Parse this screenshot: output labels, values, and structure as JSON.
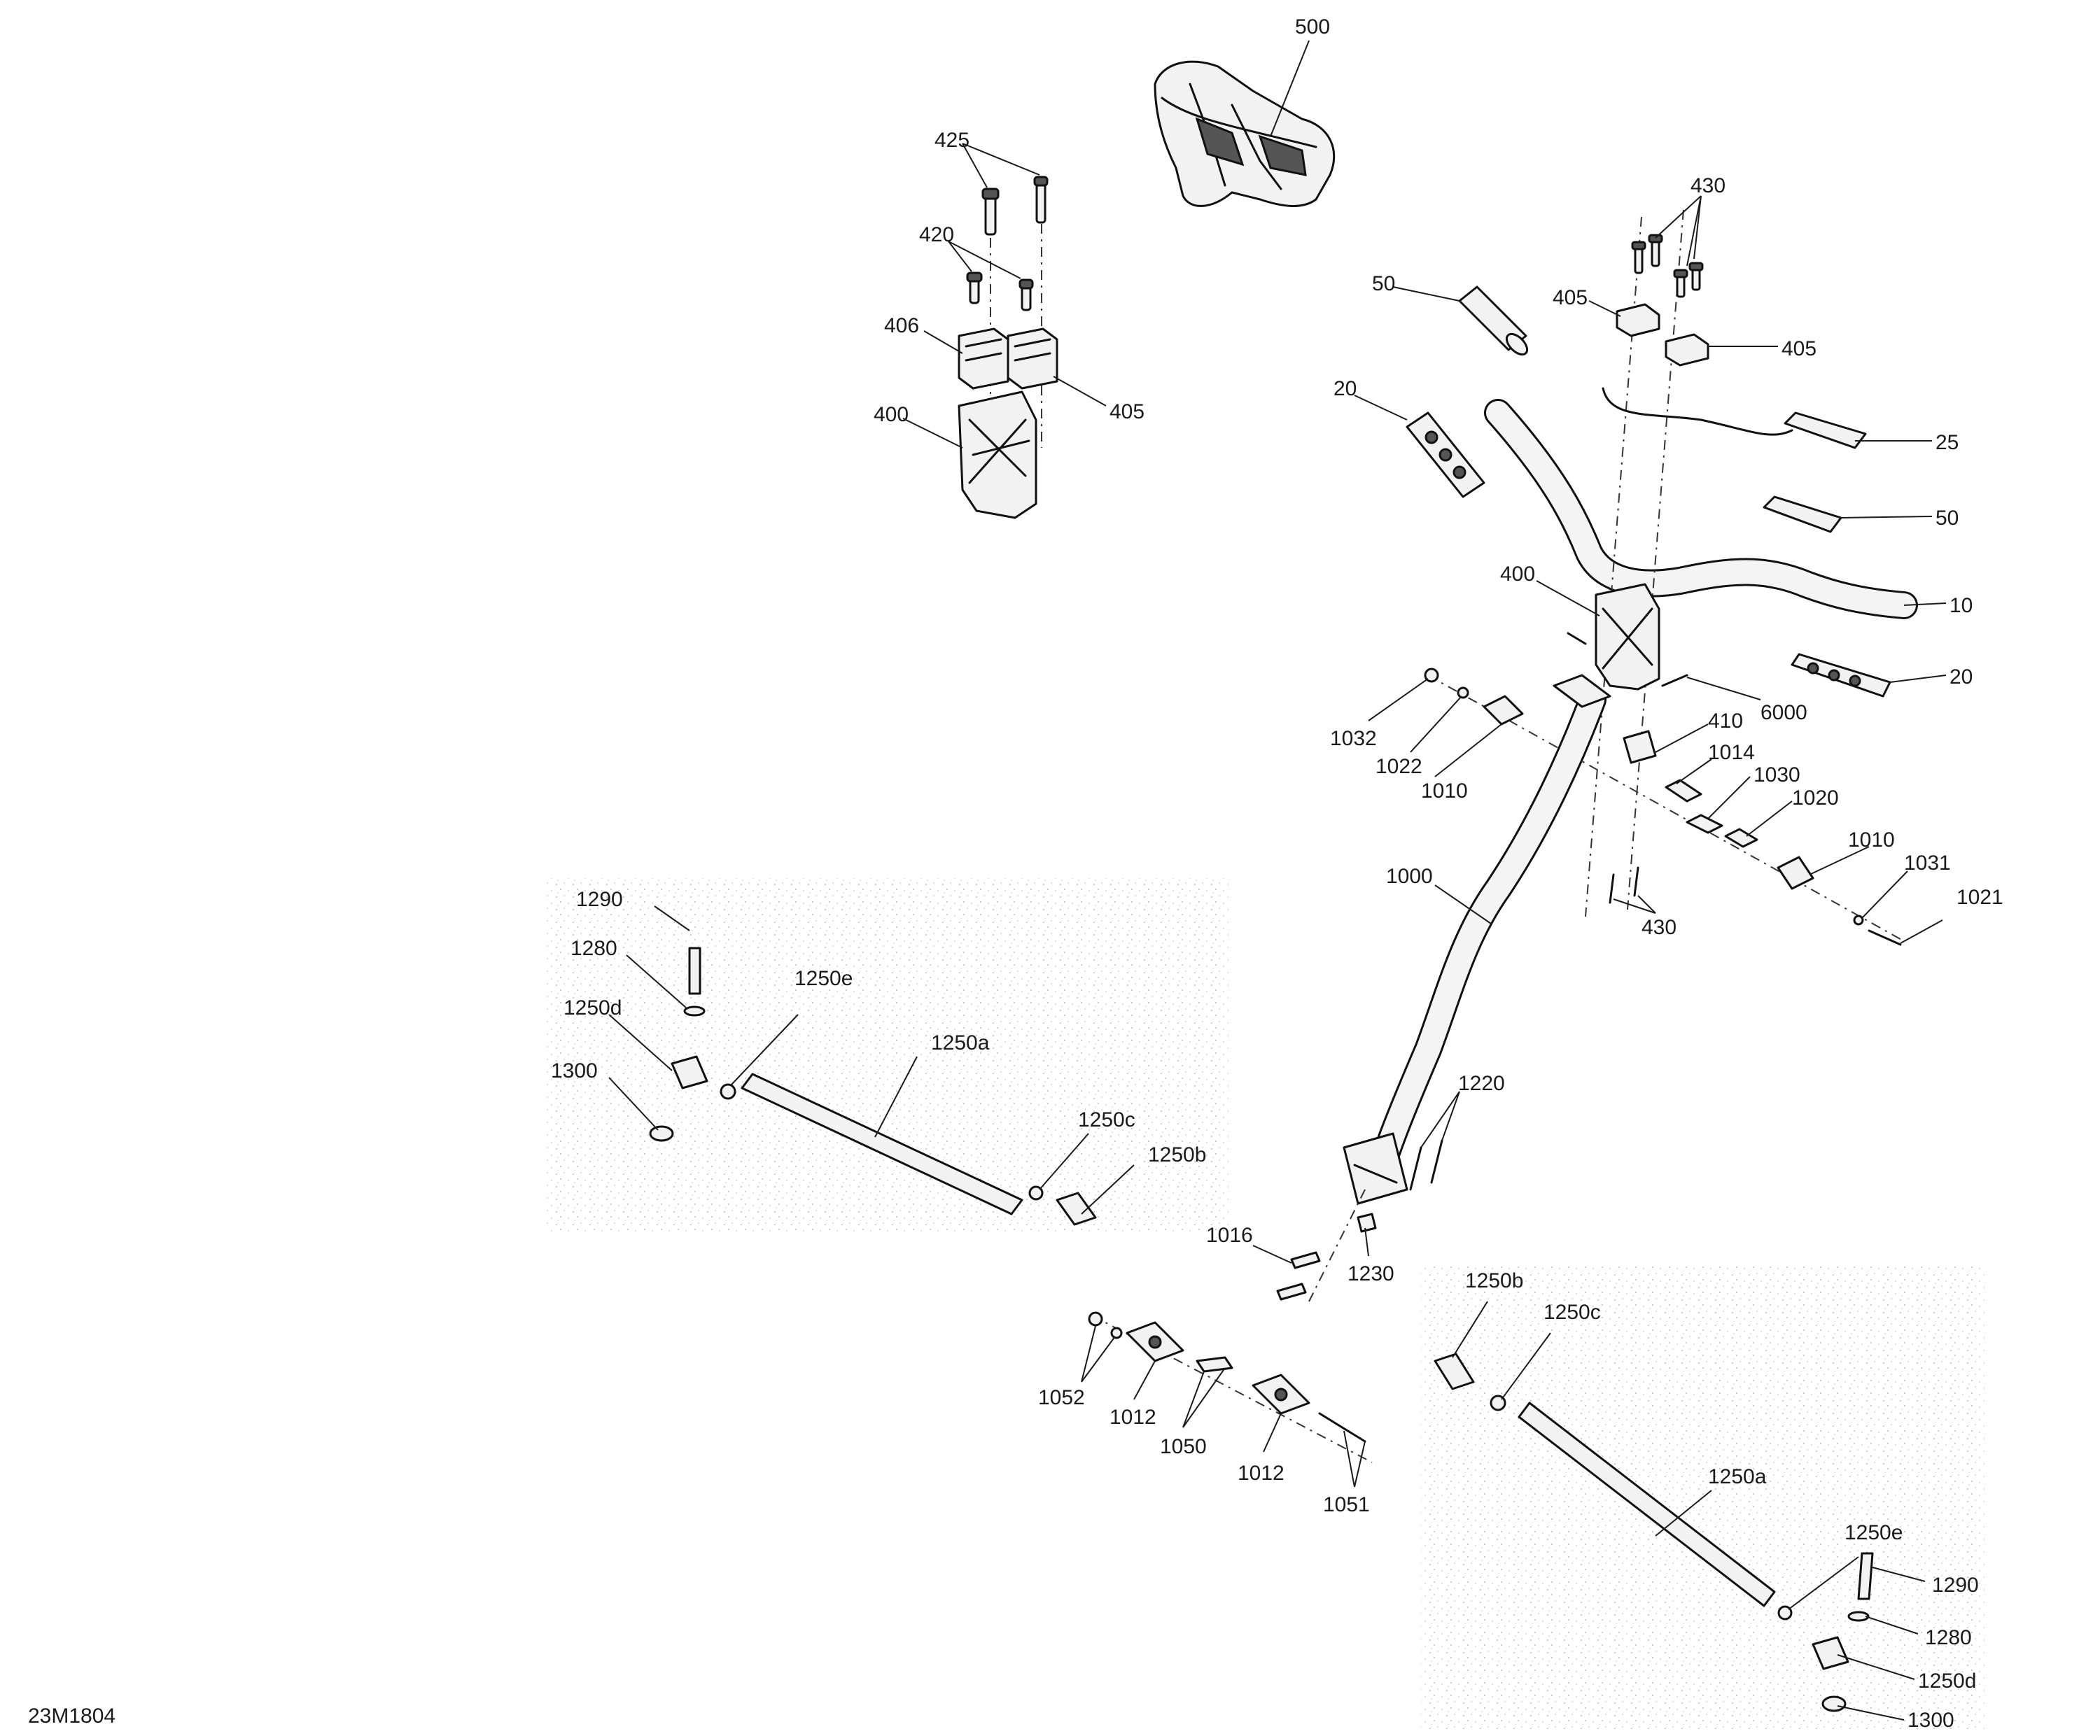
{
  "document_number": "23M1804",
  "callouts": {
    "c500": "500",
    "c425": "425",
    "c420": "420",
    "c406": "406",
    "c405_left": "405",
    "c400_left": "400",
    "c430_top": "430",
    "c50_top": "50",
    "c405_mid": "405",
    "c405_right": "405",
    "c20_top": "20",
    "c25": "25",
    "c50_right": "50",
    "c400_right": "400",
    "c10": "10",
    "c20_right": "20",
    "c6000": "6000",
    "c1032": "1032",
    "c1022": "1022",
    "c1010_left": "1010",
    "c410": "410",
    "c1014": "1014",
    "c1030": "1030",
    "c1020": "1020",
    "c1010_right": "1010",
    "c1031": "1031",
    "c1021": "1021",
    "c430_bottom": "430",
    "c1000": "1000",
    "c1220": "1220",
    "c1230": "1230",
    "c1016": "1016",
    "c1052": "1052",
    "c1012_left": "1012",
    "c1050": "1050",
    "c1012_right": "1012",
    "c1051": "1051",
    "l1290": "1290",
    "l1280": "1280",
    "l1250d": "1250d",
    "l1250e": "1250e",
    "l1250a": "1250a",
    "l1300": "1300",
    "l1250c": "1250c",
    "l1250b": "1250b",
    "r1250b": "1250b",
    "r1250c": "1250c",
    "r1250a": "1250a",
    "r1250e": "1250e",
    "r1290": "1290",
    "r1280": "1280",
    "r1250d": "1250d",
    "r1300": "1300"
  }
}
